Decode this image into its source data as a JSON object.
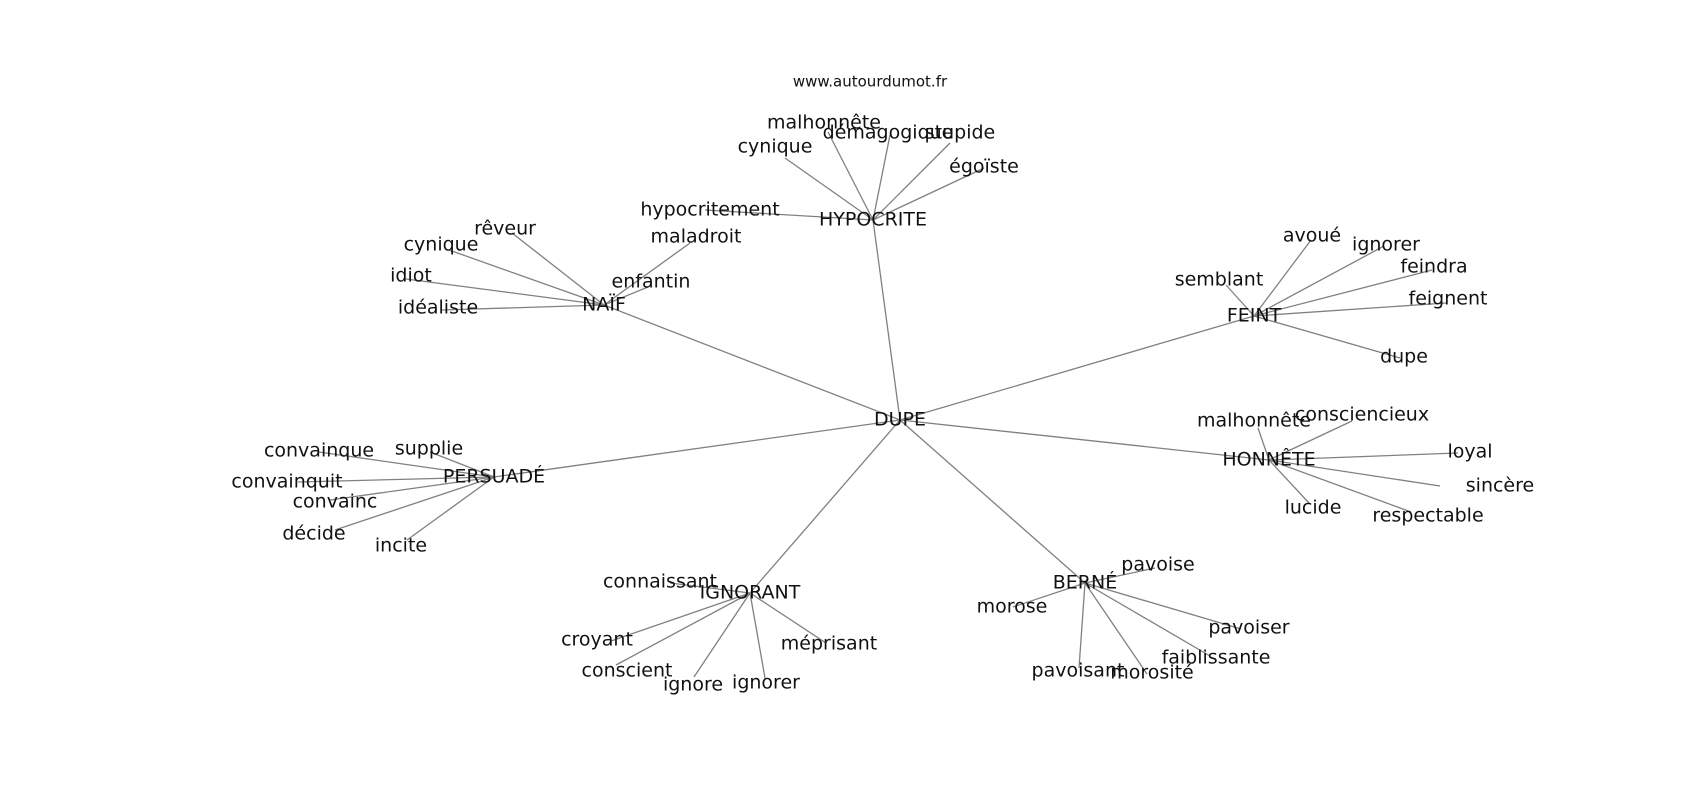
{
  "site": {
    "caption": "www.autourdumot.fr"
  },
  "graph": {
    "center": "DUPE",
    "clusters": [
      {
        "hub": "HYPOCRITE",
        "leaves": [
          "hypocritement",
          "cynique",
          "malhonnête",
          "démagogique",
          "stupide",
          "égoïste"
        ]
      },
      {
        "hub": "NAÏF",
        "leaves": [
          "rêveur",
          "cynique",
          "idiot",
          "idéaliste",
          "maladroit",
          "enfantin"
        ]
      },
      {
        "hub": "FEINT",
        "leaves": [
          "avoué",
          "ignorer",
          "semblant",
          "feindra",
          "feignent",
          "dupe"
        ]
      },
      {
        "hub": "HONNÊTE",
        "leaves": [
          "malhonnête",
          "consciencieux",
          "loyal",
          "sincère",
          "lucide",
          "respectable"
        ]
      },
      {
        "hub": "PERSUADÉ",
        "leaves": [
          "convainque",
          "supplie",
          "convainquit",
          "convainc",
          "décide",
          "incite"
        ]
      },
      {
        "hub": "IGNORANT",
        "leaves": [
          "connaissant",
          "croyant",
          "conscient",
          "ignore",
          "ignorer",
          "méprisant"
        ]
      },
      {
        "hub": "BERNÉ",
        "leaves": [
          "pavoise",
          "morose",
          "pavoiser",
          "faiblissante",
          "pavoisant",
          "morosité"
        ]
      }
    ]
  },
  "colors": {
    "edge": "#808080",
    "text": "#111111",
    "background": "#ffffff"
  }
}
